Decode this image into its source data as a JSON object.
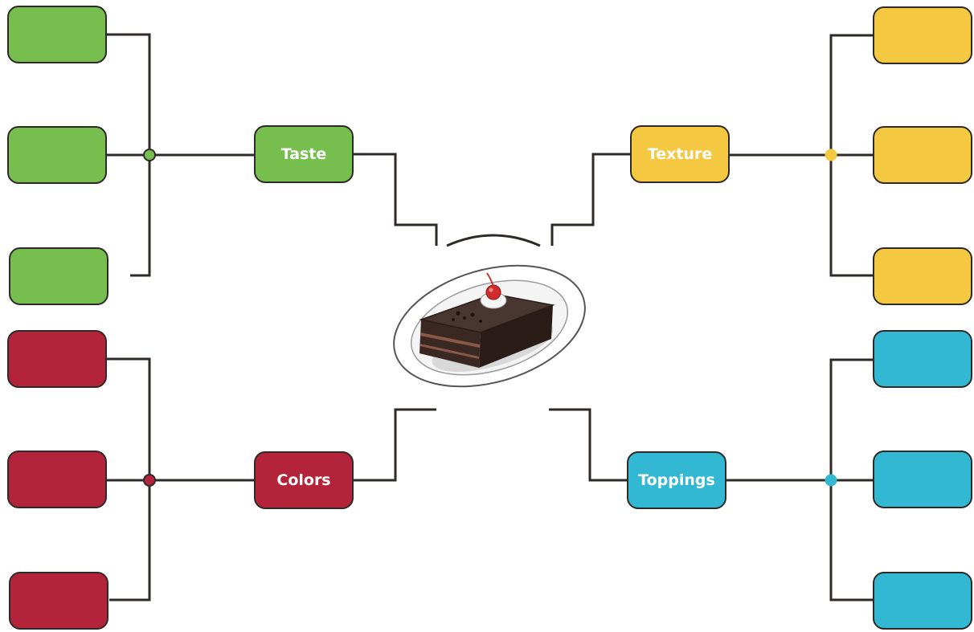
{
  "colors": {
    "taste": "#76bf4f",
    "texture": "#f5c842",
    "colors": "#b3243a",
    "toppings": "#33b8d3",
    "line": "#2f2a28"
  },
  "center": {
    "icon": "chocolate-cake-slice-icon"
  },
  "categories": {
    "taste": {
      "label": "Taste"
    },
    "texture": {
      "label": "Texture"
    },
    "colors": {
      "label": "Colors"
    },
    "toppings": {
      "label": "Toppings"
    }
  },
  "leaves": {
    "taste": [
      "",
      "",
      ""
    ],
    "texture": [
      "",
      "",
      ""
    ],
    "colors": [
      "",
      "",
      ""
    ],
    "toppings": [
      "",
      "",
      ""
    ]
  }
}
